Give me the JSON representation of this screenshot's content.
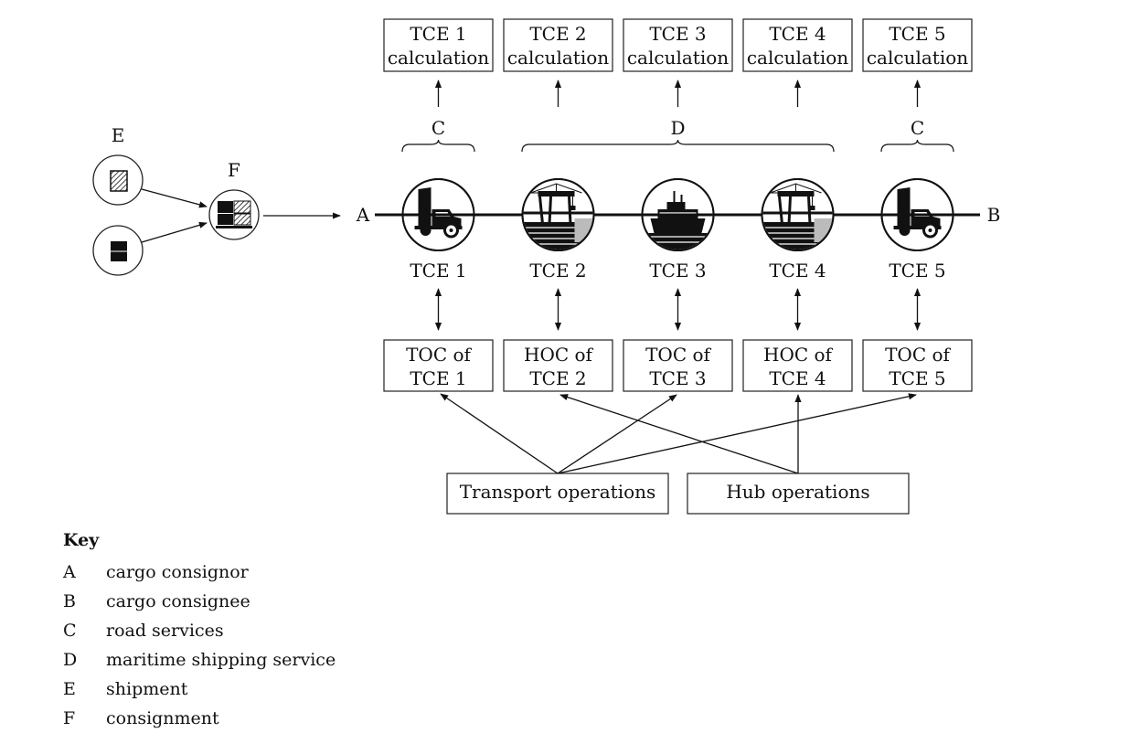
{
  "labels": {
    "A": "A",
    "B": "B",
    "C": "C",
    "D": "D",
    "E": "E",
    "F": "F"
  },
  "calc_boxes": [
    {
      "line1": "TCE 1",
      "line2": "calculation"
    },
    {
      "line1": "TCE 2",
      "line2": "calculation"
    },
    {
      "line1": "TCE 3",
      "line2": "calculation"
    },
    {
      "line1": "TCE 4",
      "line2": "calculation"
    },
    {
      "line1": "TCE 5",
      "line2": "calculation"
    }
  ],
  "tce_nodes": [
    {
      "label": "TCE 1",
      "icon": "truck-icon"
    },
    {
      "label": "TCE 2",
      "icon": "crane-icon"
    },
    {
      "label": "TCE 3",
      "icon": "ship-icon"
    },
    {
      "label": "TCE 4",
      "icon": "crane-icon"
    },
    {
      "label": "TCE 5",
      "icon": "truck-icon"
    }
  ],
  "op_boxes": [
    {
      "line1": "TOC of",
      "line2": "TCE 1"
    },
    {
      "line1": "HOC of",
      "line2": "TCE 2"
    },
    {
      "line1": "TOC of",
      "line2": "TCE 3"
    },
    {
      "line1": "HOC of",
      "line2": "TCE 4"
    },
    {
      "line1": "TOC of",
      "line2": "TCE 5"
    }
  ],
  "operations": {
    "transport": "Transport operations",
    "hub": "Hub operations"
  },
  "key": {
    "title": "Key",
    "items": [
      {
        "letter": "A",
        "desc": "cargo consignor"
      },
      {
        "letter": "B",
        "desc": "cargo consignee"
      },
      {
        "letter": "C",
        "desc": "road services"
      },
      {
        "letter": "D",
        "desc": "maritime shipping service"
      },
      {
        "letter": "E",
        "desc": "shipment"
      },
      {
        "letter": "F",
        "desc": "consignment"
      }
    ]
  }
}
